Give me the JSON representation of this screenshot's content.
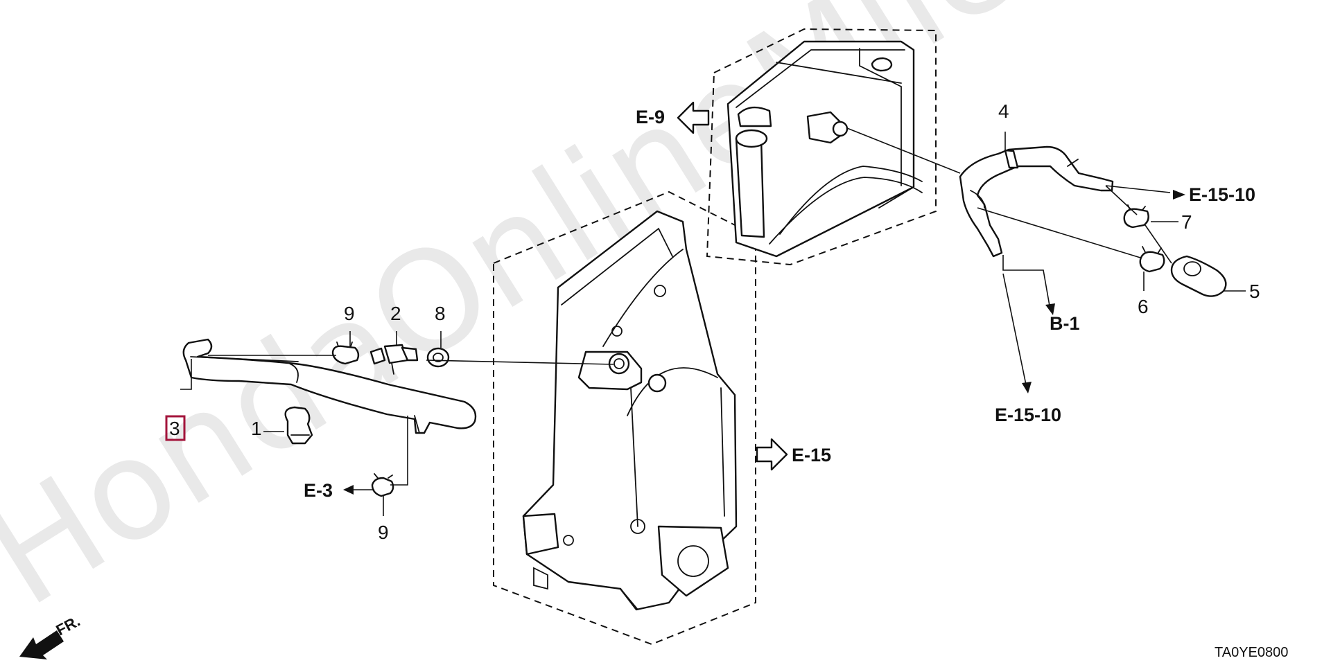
{
  "watermark": "HondaOnlineMile.ru",
  "diagram_code": "TA0YE0800",
  "front_marker": "FR.",
  "highlighted_part": "3",
  "callouts": {
    "p1": "1",
    "p2": "2",
    "p3": "3",
    "p4": "4",
    "p5": "5",
    "p6": "6",
    "p7": "7",
    "p8": "8",
    "p9_top": "9",
    "p9_bottom": "9"
  },
  "refs": {
    "e9": "E-9",
    "e15": "E-15",
    "e3": "E-3",
    "b1": "B-1",
    "e15_10_right": "E-15-10",
    "e15_10_lower": "E-15-10"
  },
  "colors": {
    "line": "#111111",
    "highlight_box": "#a3143b",
    "watermark": "#e9e9e9"
  }
}
